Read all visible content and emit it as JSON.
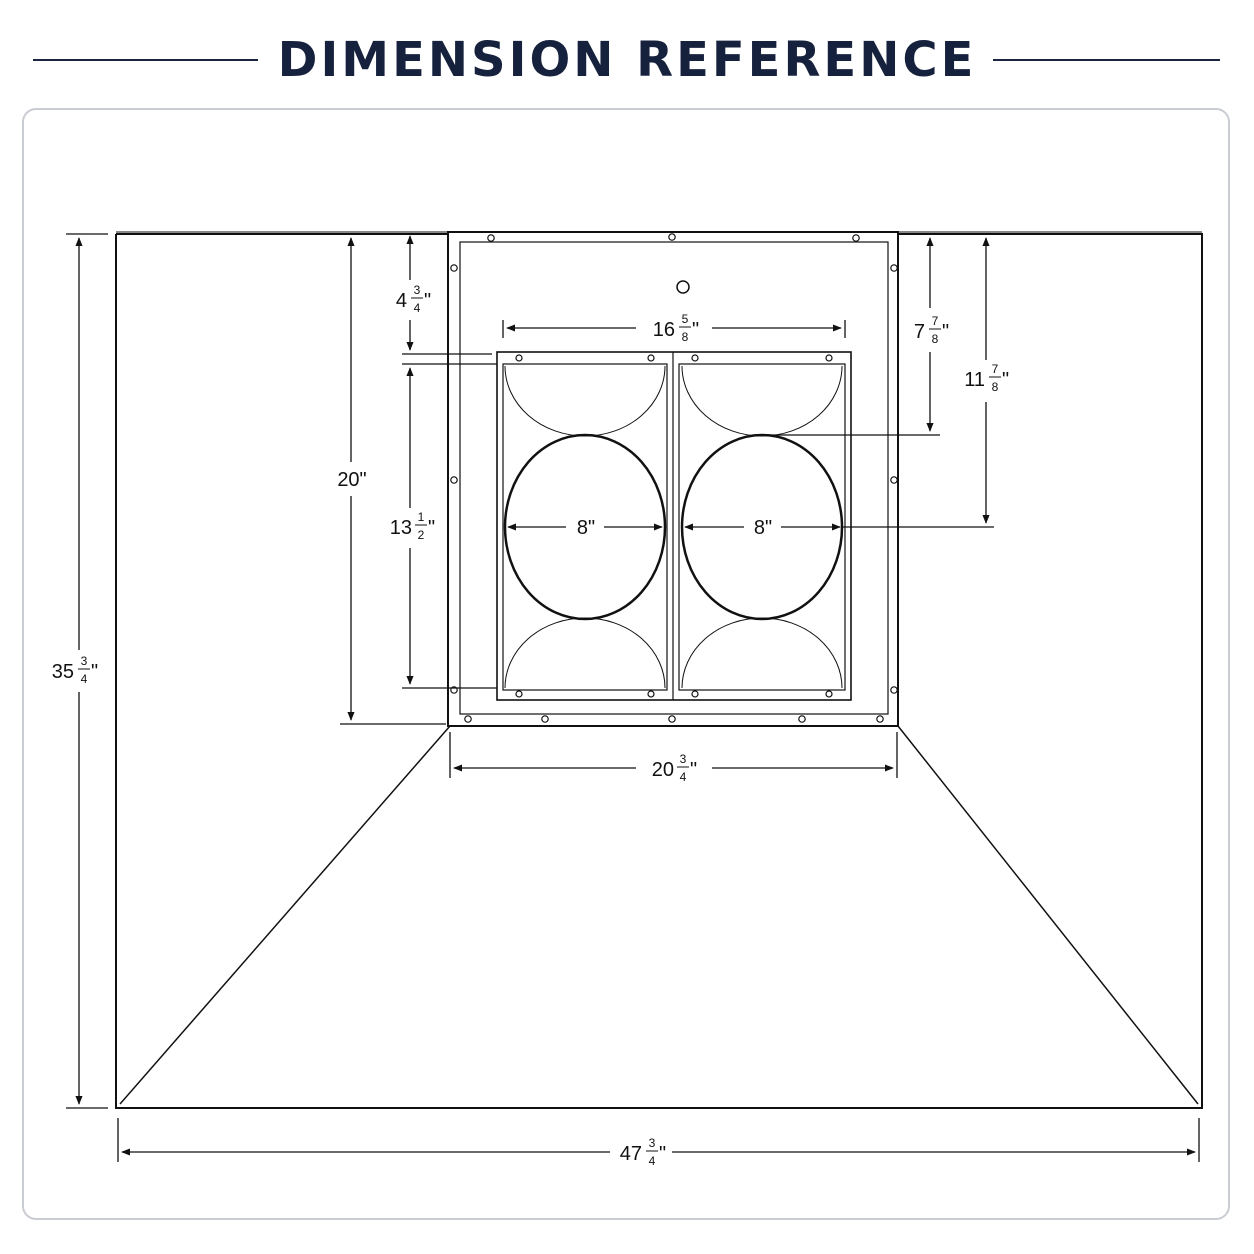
{
  "header": {
    "title": "DIMENSION REFERENCE"
  },
  "colors": {
    "title": "#16213d",
    "line": "#111111",
    "panel_border": "#c9ccd3"
  },
  "dimensions": {
    "overall_height": {
      "whole": "35",
      "num": "3",
      "den": "4"
    },
    "overall_width": {
      "whole": "47",
      "num": "3",
      "den": "4"
    },
    "chimney_height": {
      "whole": "20\""
    },
    "chimney_width": {
      "whole": "20",
      "num": "3",
      "den": "4"
    },
    "top_offset": {
      "whole": "4",
      "num": "3",
      "den": "4"
    },
    "duct_box_width": {
      "whole": "16",
      "num": "5",
      "den": "8"
    },
    "duct_box_height": {
      "whole": "13",
      "num": "1",
      "den": "2"
    },
    "duct_left_dia": {
      "whole": "8\""
    },
    "duct_right_dia": {
      "whole": "8\""
    },
    "duct_top_to_circle": {
      "whole": "7",
      "num": "7",
      "den": "8"
    },
    "top_to_duct_center": {
      "whole": "11",
      "num": "7",
      "den": "8"
    }
  }
}
